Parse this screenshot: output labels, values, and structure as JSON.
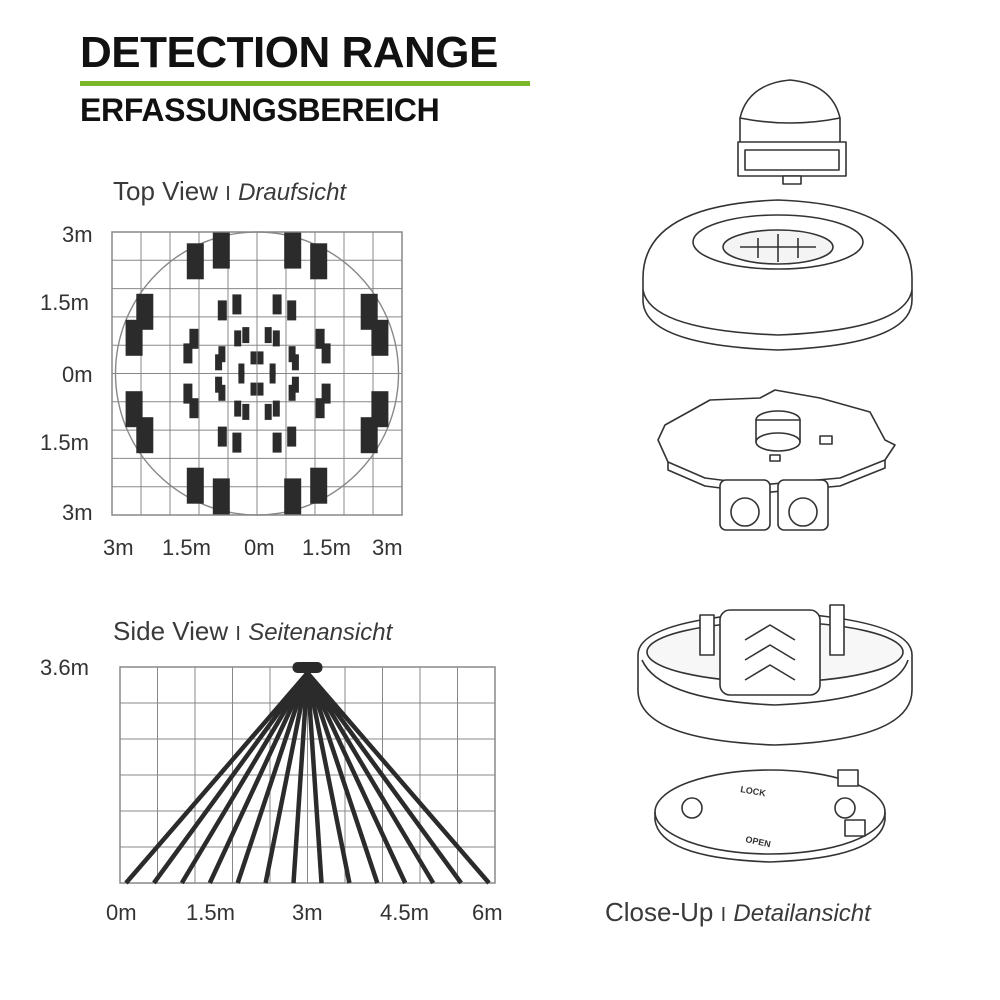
{
  "header": {
    "title": "DETECTION RANGE",
    "subtitle": "ERFASSUNGSBEREICH",
    "accent_color": "#7ab829"
  },
  "top_view": {
    "heading": "Top View",
    "separator": "I",
    "heading_de": "Draufsicht",
    "y_ticks": [
      "3m",
      "1.5m",
      "0m",
      "1.5m",
      "3m"
    ],
    "x_ticks": [
      "3m",
      "1.5m",
      "0m",
      "1.5m",
      "3m"
    ]
  },
  "side_view": {
    "heading": "Side View",
    "separator": "I",
    "heading_de": "Seitenansicht",
    "y_tick": "3.6m",
    "x_ticks": [
      "0m",
      "1.5m",
      "3m",
      "4.5m",
      "6m"
    ]
  },
  "close_up": {
    "heading": "Close-Up",
    "separator": "I",
    "heading_de": "Detailansicht",
    "lock_label": "LOCK",
    "open_label": "OPEN"
  }
}
